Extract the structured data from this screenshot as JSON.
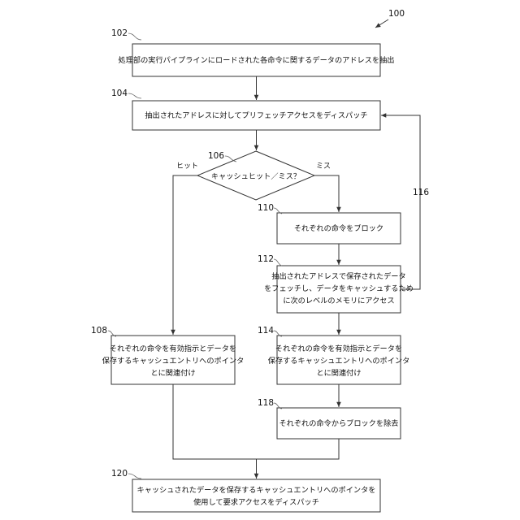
{
  "figure_ref": "100",
  "nodes": [
    {
      "id": "102",
      "ref": "102",
      "lines": [
        "処理部の実行パイプラインにロードされた各命令に関するデータのアドレスを抽出"
      ]
    },
    {
      "id": "104",
      "ref": "104",
      "lines": [
        "抽出されたアドレスに対してプリフェッチアクセスをディスパッチ"
      ]
    },
    {
      "id": "106",
      "ref": "106",
      "lines": [
        "キャッシュヒット／ミス？"
      ]
    },
    {
      "id": "110",
      "ref": "110",
      "lines": [
        "それぞれの命令をブロック"
      ]
    },
    {
      "id": "112",
      "ref": "112",
      "lines": [
        "抽出されたアドレスで保存されたデータ",
        "をフェッチし、データをキャッシュするため",
        "に次のレベルのメモリにアクセス"
      ]
    },
    {
      "id": "108",
      "ref": "108",
      "lines": [
        "それぞれの命令を有効指示とデータを",
        "保存するキャッシュエントリへのポインタ",
        "とに関連付け"
      ]
    },
    {
      "id": "114",
      "ref": "114",
      "lines": [
        "それぞれの命令を有効指示とデータを",
        "保存するキャッシュエントリへのポインタ",
        "とに関連付け"
      ]
    },
    {
      "id": "118",
      "ref": "118",
      "lines": [
        "それぞれの命令からブロックを除去"
      ]
    },
    {
      "id": "120",
      "ref": "120",
      "lines": [
        "キャッシュされたデータを保存するキャッシュエントリへのポインタを",
        "使用して要求アクセスをディスパッチ"
      ]
    }
  ],
  "edge_labels": {
    "hit": "ヒット",
    "miss": "ミス",
    "loop_ref": "116"
  }
}
